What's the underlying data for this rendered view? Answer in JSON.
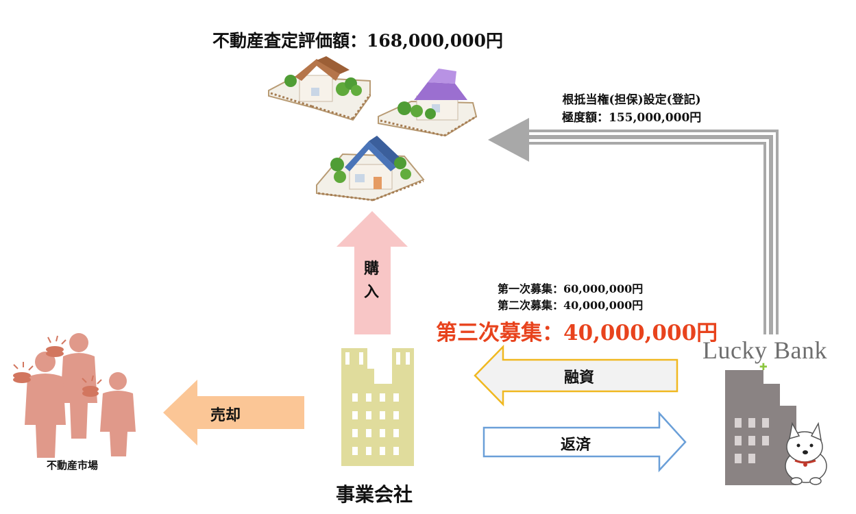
{
  "valuation": {
    "label": "不動産査定評価額：168,000,000円"
  },
  "mortgage": {
    "line1": "根抵当権(担保)設定(登記)",
    "line2": "極度額：155,000,000円"
  },
  "fundraising": {
    "round1": "第一次募集：60,000,000円",
    "round2": "第二次募集：40,000,000円",
    "round3": "第三次募集：40,000,000円",
    "highlight_color": "#e8431d"
  },
  "arrows": {
    "purchase": "購入",
    "sale": "売却",
    "loan": "融資",
    "repayment": "返済"
  },
  "entities": {
    "company": "事業会社",
    "market": "不動産市場",
    "bank": "Lucky Bank"
  },
  "colors": {
    "purchase_arrow": "#f8c6c6",
    "sale_arrow": "#fbc696",
    "loan_arrow_border": "#f0b820",
    "repay_arrow_border": "#6a9fd8",
    "company_building": "#e0dc9c",
    "bank_building": "#8a8383",
    "market_people": "#e0998a",
    "mortgage_arrow": "#a8a8a8"
  }
}
